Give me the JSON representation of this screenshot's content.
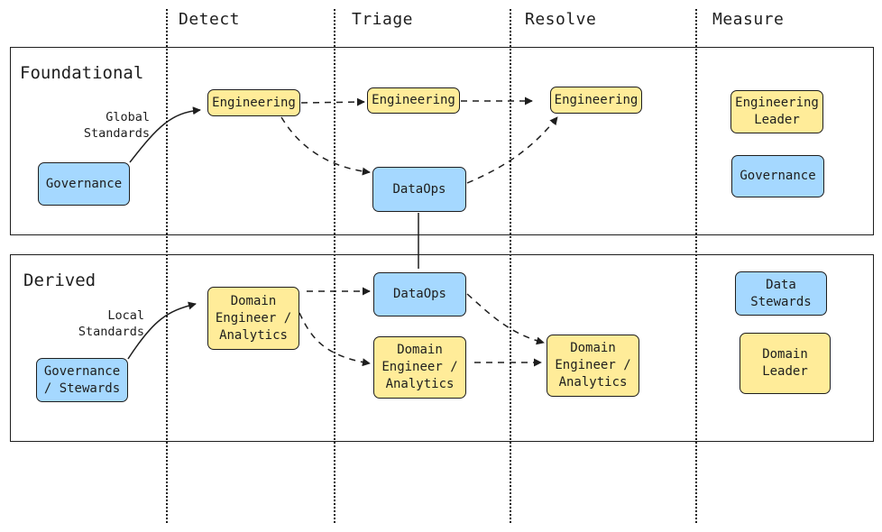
{
  "columns": {
    "detect": "Detect",
    "triage": "Triage",
    "resolve": "Resolve",
    "measure": "Measure"
  },
  "lanes": {
    "foundational": "Foundational",
    "derived": "Derived"
  },
  "labels": {
    "global_standards": "Global\nStandards",
    "local_standards": "Local\nStandards"
  },
  "nodes": {
    "f_governance": "Governance",
    "f_detect_engineering": "Engineering",
    "f_triage_engineering": "Engineering",
    "f_triage_dataops": "DataOps",
    "f_resolve_engineering": "Engineering",
    "f_engineering_leader": "Engineering\nLeader",
    "f_measure_governance": "Governance",
    "d_governance_stewards": "Governance\n/ Stewards",
    "d_detect_domain": "Domain\nEngineer /\nAnalytics",
    "d_triage_dataops": "DataOps",
    "d_triage_domain": "Domain\nEngineer /\nAnalytics",
    "d_resolve_domain": "Domain\nEngineer /\nAnalytics",
    "d_data_stewards": "Data\nStewards",
    "d_domain_leader": "Domain\nLeader"
  },
  "colors": {
    "stroke": "#1e1e1e",
    "yellow_fill": "#ffec99",
    "blue_fill": "#a5d8ff"
  }
}
